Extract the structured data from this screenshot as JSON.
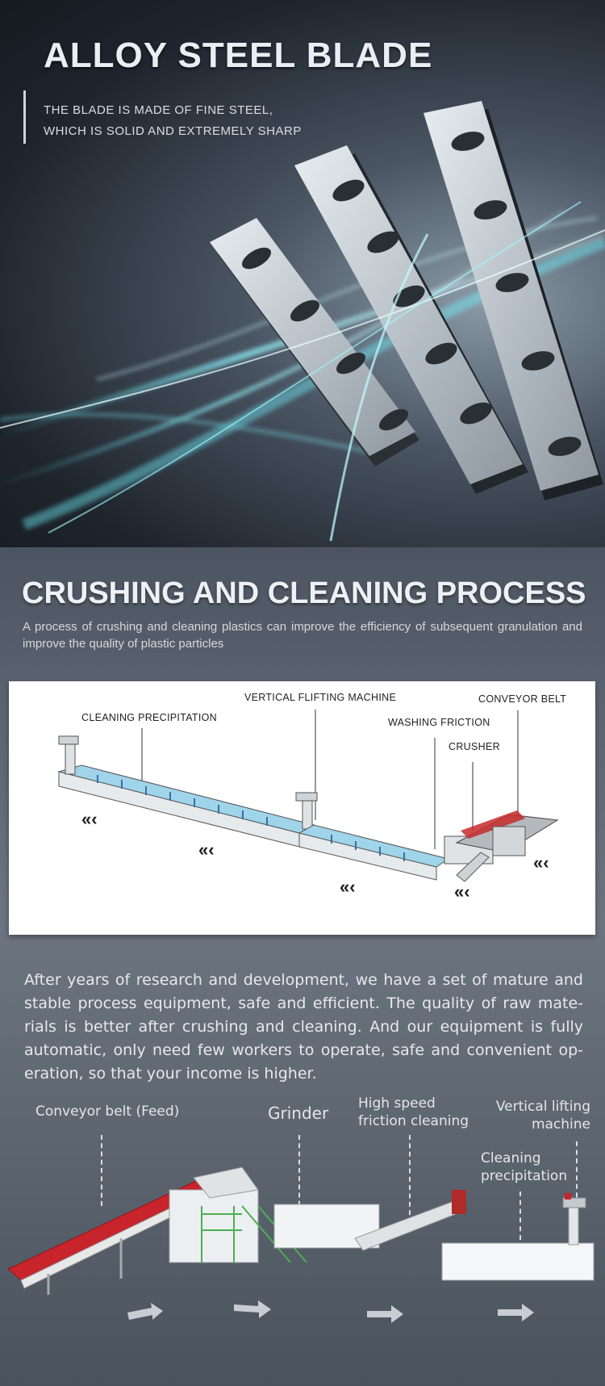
{
  "hero": {
    "title": "ALLOY STEEL BLADE",
    "subtitle_line1": "THE BLADE IS MADE OF FINE STEEL,",
    "subtitle_line2": "WHICH IS SOLID AND EXTREMELY SHARP"
  },
  "process": {
    "title": "CRUSHING AND CLEANING PROCESS",
    "description": "A process of crushing and cleaning plastics can improve the efficiency of subsequent granulation and improve the quality of plastic particles",
    "diagram_labels": {
      "cleaning_precipitation": "CLEANING PRECIPITATION",
      "vertical_lifting": "VERTICAL FLIFTING MACHINE",
      "conveyor_belt": "CONVEYOR BELT",
      "washing_friction": "WASHING FRICTION",
      "crusher": "CRUSHER"
    },
    "body": "After years of research and development, we have a set of mature and stable process equipment, safe and efficient. The quality of raw mate-rials is better after crushing and cleaning. And our equipment is fully automatic, only need few workers to operate, safe and convenient op-eration, so that your income is higher."
  },
  "line_labels": {
    "conveyor_feed": "Conveyor belt (Feed)",
    "grinder": "Grinder",
    "friction_line1": "High speed",
    "friction_line2": "friction cleaning",
    "vertical_line1": "Vertical lifting",
    "vertical_line2": "machine",
    "cleaning_line1": "Cleaning",
    "cleaning_line2": "precipitation"
  },
  "colors": {
    "accent_cyan": "#5ef0ff",
    "conveyor_red": "#c8242b",
    "frame_green": "#4caf50"
  }
}
